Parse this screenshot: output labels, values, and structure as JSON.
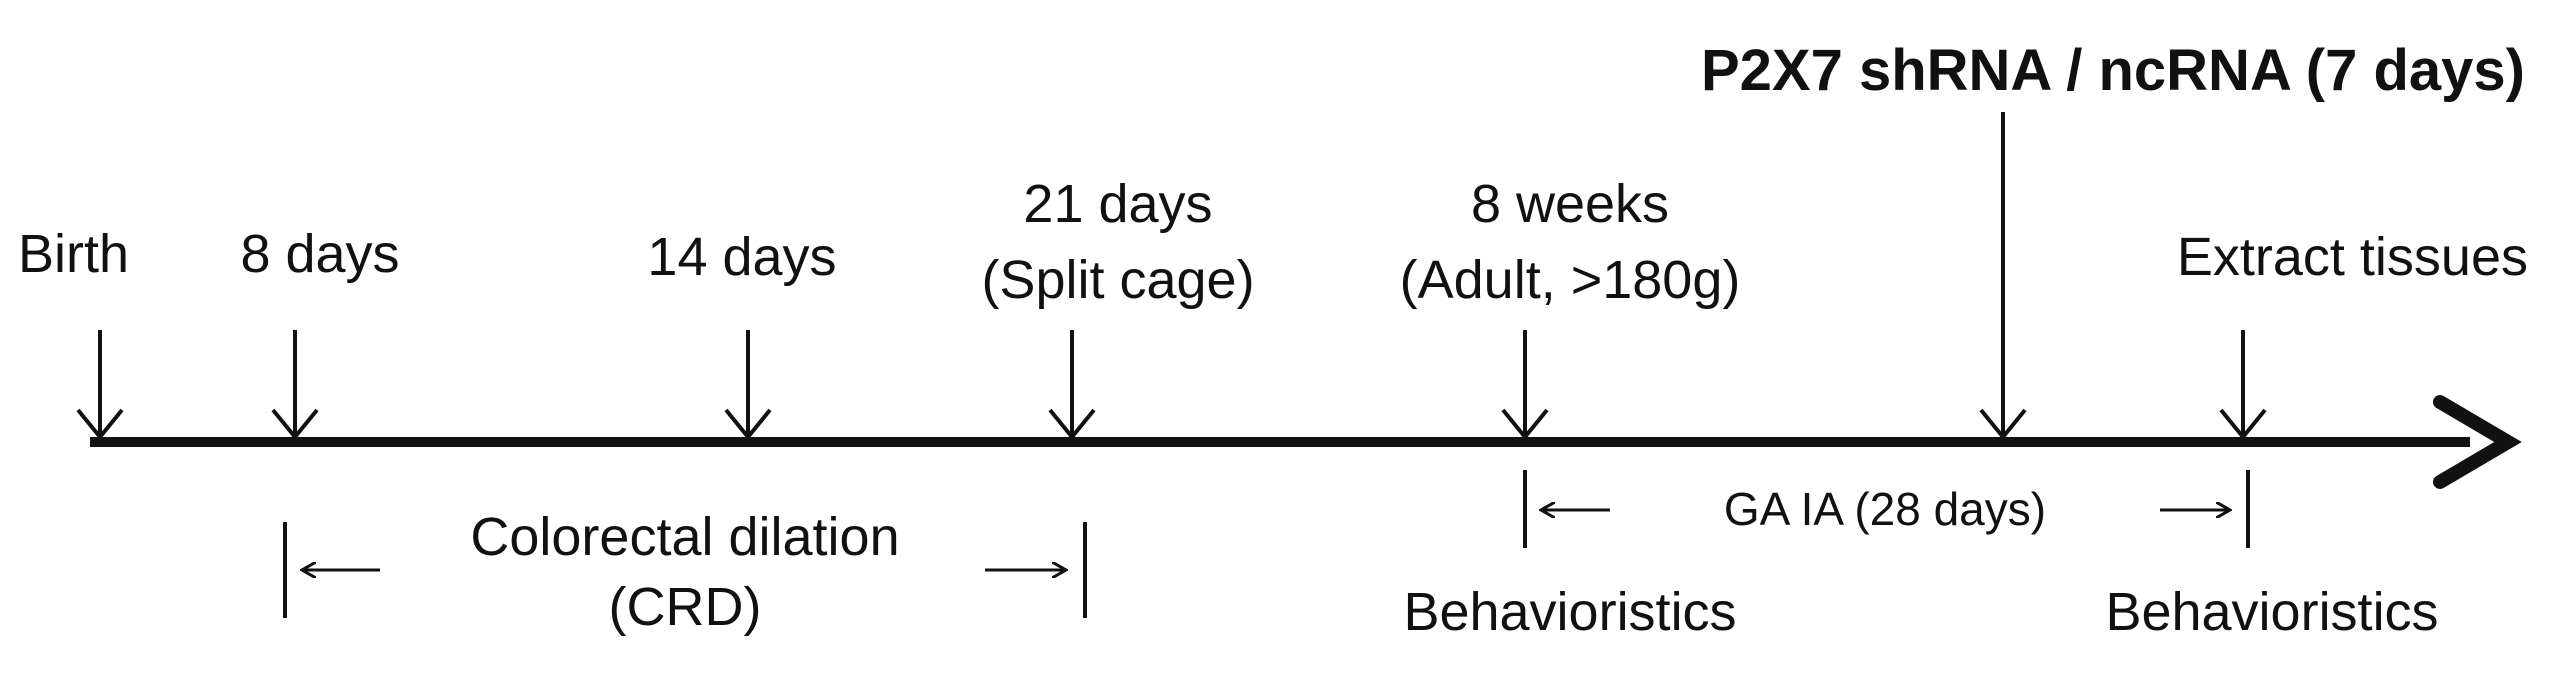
{
  "timepoints": {
    "birth": "Birth",
    "day8": "8 days",
    "day14": "14 days",
    "day21": "21 days",
    "split_cage": "(Split cage)",
    "week8": "8 weeks",
    "adult": "(Adult, >180g)",
    "extract": "Extract tissues"
  },
  "treatment": "P2X7 shRNA / ncRNA (7 days)",
  "ranges": {
    "crd_line1": "Colorectal dilation",
    "crd_line2": "(CRD)",
    "ga_ia": "GA IA (28 days)"
  },
  "behavior": {
    "first": "Behavioristics",
    "second": "Behavioristics"
  },
  "colors": {
    "ink": "#111111",
    "background": "#ffffff"
  }
}
